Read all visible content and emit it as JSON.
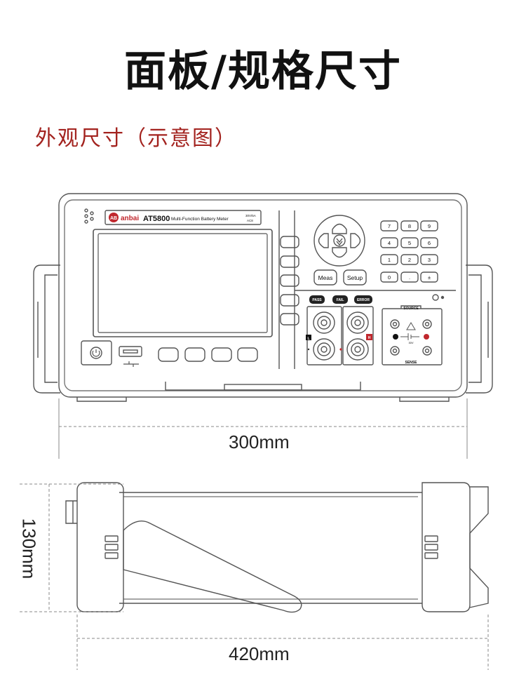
{
  "title": "面板/规格尺寸",
  "subtitle": "外观尺寸（示意图）",
  "front_view": {
    "brand": "anbai",
    "brand_badge": "AB",
    "model": "AT5800",
    "description": "Multi-Function Battery Meter",
    "spec_line1": "30V/5A",
    "spec_line2": "AC8",
    "keypad": [
      "7",
      "8",
      "9",
      "4",
      "5",
      "6",
      "1",
      "2",
      "3",
      "0",
      ".",
      "±"
    ],
    "meas_label": "Meas",
    "setup_label": "Setup",
    "pass_label": "PASS",
    "fail_label": "FAIL",
    "error_label": "ERROR",
    "low_label": "L",
    "high_label": "H",
    "source_label": "SOURCE",
    "sense_label": "SENSE",
    "voltage_label": "30V"
  },
  "dimensions": {
    "width": "300mm",
    "height": "130mm",
    "depth": "420mm"
  }
}
